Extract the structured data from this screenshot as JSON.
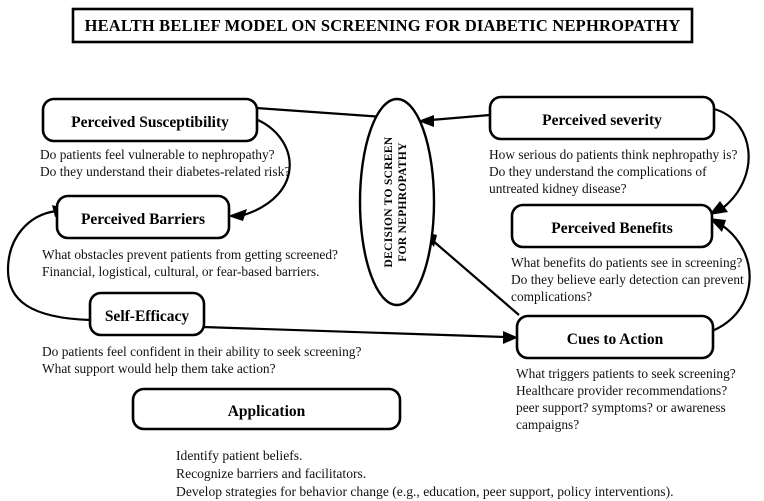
{
  "title": {
    "text": "HEALTH BELIEF MODEL ON SCREENING FOR DIABETIC NEPHROPATHY"
  },
  "center": {
    "label_line1": "DECISION TO SCREEN",
    "label_line2": "FOR NEPHROPATHY"
  },
  "boxes": {
    "susceptibility": {
      "label": "Perceived Susceptibility"
    },
    "barriers": {
      "label": "Perceived Barriers"
    },
    "self_efficacy": {
      "label": "Self-Efficacy"
    },
    "severity": {
      "label": "Perceived severity"
    },
    "benefits": {
      "label": "Perceived Benefits"
    },
    "cues": {
      "label": "Cues to Action"
    },
    "application": {
      "label": "Application"
    }
  },
  "notes": {
    "susceptibility": [
      "Do patients feel vulnerable to nephropathy?",
      "Do they understand their diabetes-related risk?"
    ],
    "barriers": [
      "What obstacles prevent patients from getting screened?",
      "Financial, logistical, cultural, or fear-based barriers."
    ],
    "self_efficacy": [
      "Do patients feel confident in their ability to seek screening?",
      "What support would help them take action?"
    ],
    "severity": [
      "How serious do patients think nephropathy is?",
      "Do they understand the complications of",
      "untreated kidney disease?"
    ],
    "benefits": [
      "What benefits do patients see in screening?",
      "Do they believe early detection can prevent",
      "complications?"
    ],
    "cues": [
      "What triggers patients to seek screening?",
      "Healthcare provider recommendations?",
      "peer support? symptoms? or awareness",
      "campaigns?"
    ],
    "application": [
      "Identify patient beliefs.",
      "Recognize barriers and facilitators.",
      "Develop strategies for behavior change (e.g., education, peer support, policy interventions)."
    ]
  },
  "colors": {
    "stroke": "#000000",
    "fill": "#ffffff",
    "text": "#111111"
  }
}
